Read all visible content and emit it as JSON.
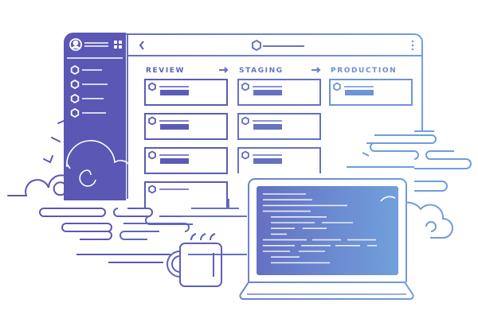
{
  "illustration": {
    "subject": "deployment pipeline board with laptop, coffee mug and clouds"
  },
  "colors": {
    "purple": "#5b57b4",
    "mid": "#6a82c9",
    "blue": "#6f9ddb",
    "white": "#ffffff"
  },
  "board": {
    "back_icon": "chevron-left-icon",
    "title_icon": "hexagon-icon",
    "menu_icon": "kebab-menu-icon",
    "columns": [
      {
        "label": "REVIEW",
        "cards": 4
      },
      {
        "label": "STAGING",
        "cards": 3
      },
      {
        "label": "PRODUCTION",
        "cards": 1
      }
    ],
    "arrow_icon": "arrow-right-icon"
  },
  "sidebar": {
    "avatar_icon": "user-avatar-icon",
    "grid_icon": "grid-icon",
    "items": [
      {
        "icon": "hexagon-icon"
      },
      {
        "icon": "hexagon-icon"
      },
      {
        "icon": "hexagon-icon"
      },
      {
        "icon": "hexagon-icon"
      }
    ]
  },
  "laptop": {
    "screen": "code-lines"
  },
  "mug": {
    "icon": "coffee-mug-icon"
  }
}
